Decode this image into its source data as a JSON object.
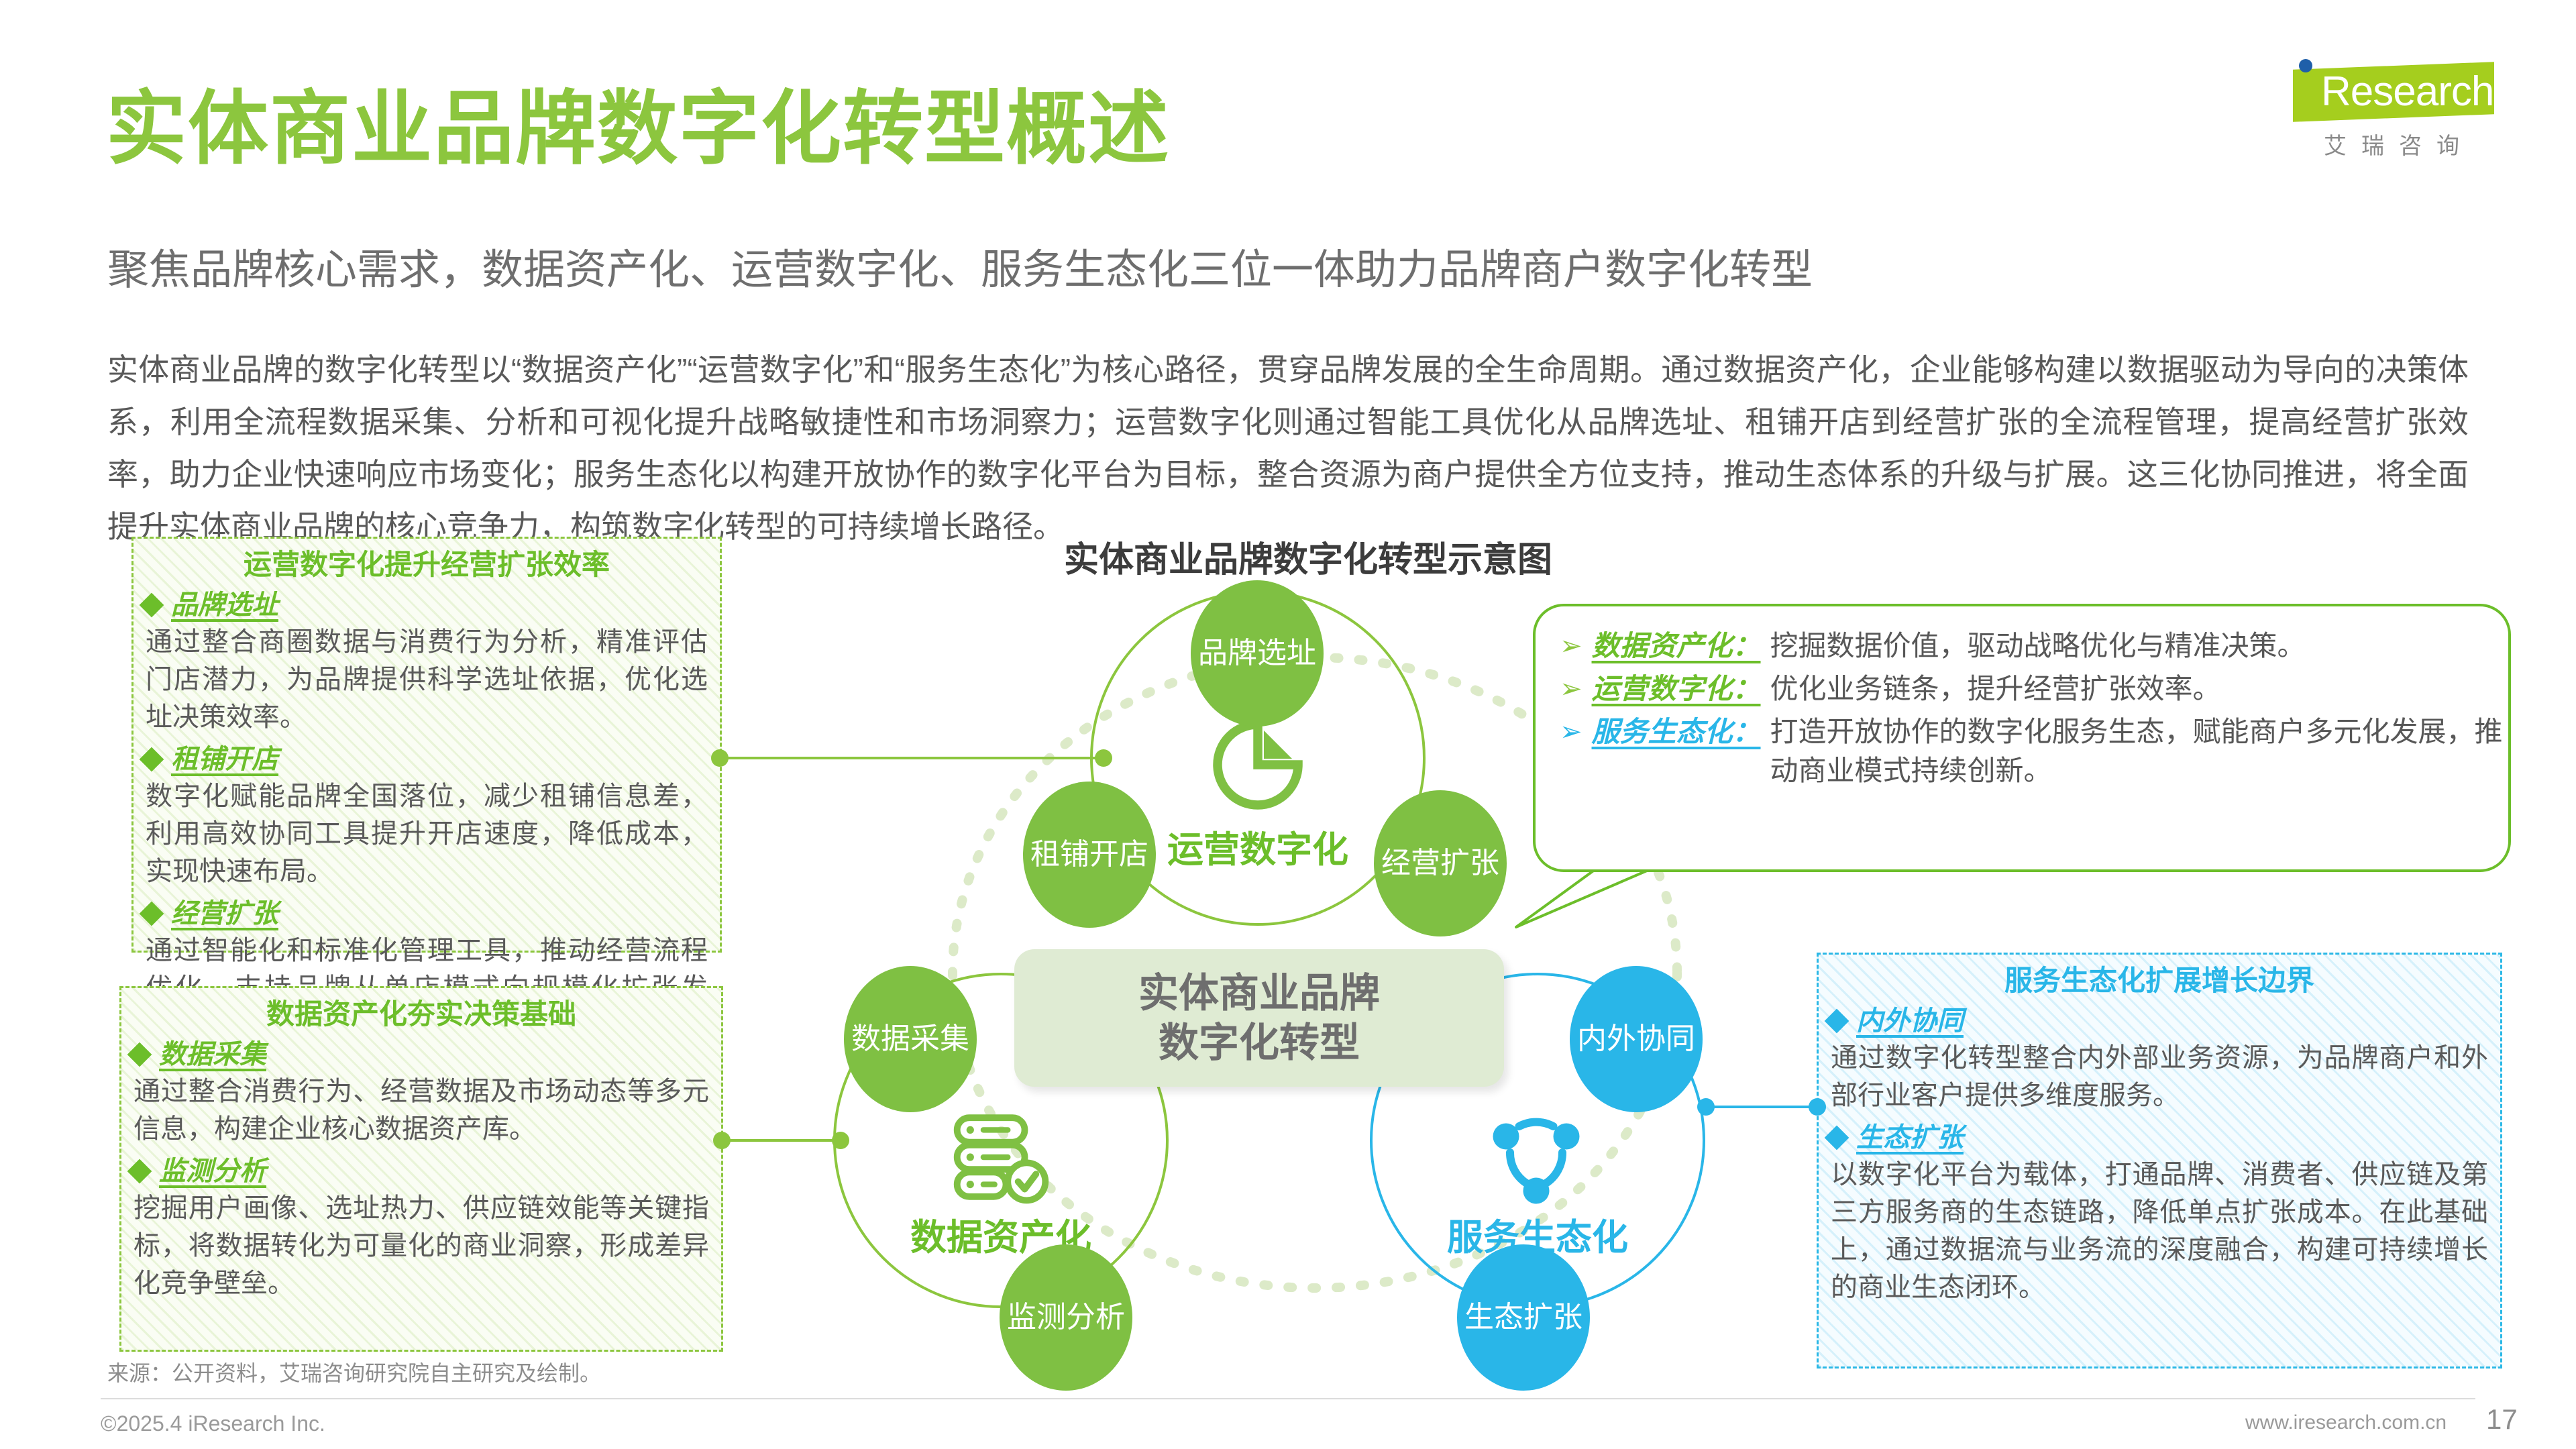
{
  "header": {
    "title": "实体商业品牌数字化转型概述",
    "subtitle": "聚焦品牌核心需求，数据资产化、运营数字化、服务生态化三位一体助力品牌商户数字化转型",
    "body": "实体商业品牌的数字化转型以“数据资产化”“运营数字化”和“服务生态化”为核心路径，贯穿品牌发展的全生命周期。通过数据资产化，企业能够构建以数据驱动为导向的决策体系，利用全流程数据采集、分析和可视化提升战略敏捷性和市场洞察力；运营数字化则通过智能工具优化从品牌选址、租铺开店到经营扩张的全流程管理，提高经营扩张效率，助力企业快速响应市场变化；服务生态化以构建开放协作的数字化平台为目标，整合资源为商户提供全方位支持，推动生态体系的升级与扩展。这三化协同推进，将全面提升实体商业品牌的核心竞争力，构筑数字化转型的可持续增长路径。"
  },
  "logo": {
    "word": "Research",
    "chinese": "艾瑞咨询",
    "bar_color": "#A5CE1E",
    "dot_color": "#1F5FA9"
  },
  "boxes": {
    "operation": {
      "title": "运营数字化提升经营扩张效率",
      "items": [
        {
          "label": "品牌选址",
          "text": "通过整合商圈数据与消费行为分析，精准评估门店潜力，为品牌提供科学选址依据，优化选址决策效率。"
        },
        {
          "label": "租铺开店",
          "text": "数字化赋能品牌全国落位，减少租铺信息差，利用高效协同工具提升开店速度，降低成本，实现快速布局。"
        },
        {
          "label": "经营扩张",
          "text": "通过智能化和标准化管理工具，推动经营流程优化，支持品牌从单店模式向规模化扩张发展。"
        }
      ]
    },
    "data": {
      "title": "数据资产化夯实决策基础",
      "items": [
        {
          "label": "数据采集",
          "text": "通过整合消费行为、经营数据及市场动态等多元信息，构建企业核心数据资产库。"
        },
        {
          "label": "监测分析",
          "text": "挖掘用户画像、选址热力、供应链效能等关键指标，将数据转化为可量化的商业洞察，形成差异化竞争壁垒。"
        }
      ]
    },
    "service": {
      "title": "服务生态化扩展增长边界",
      "items": [
        {
          "label": "内外协同",
          "text": "通过数字化转型整合内外部业务资源，为品牌商户和外部行业客户提供多维度服务。"
        },
        {
          "label": "生态扩张",
          "text": "以数字化平台为载体，打通品牌、消费者、供应链及第三方服务商的生态链路，降低单点扩张成本。在此基础上，通过数据流与业务流的深度融合，构建可持续增长的商业生态闭环。"
        }
      ]
    }
  },
  "callout": {
    "bullet_glyph": "➢",
    "rows": [
      {
        "key": "数据资产化：",
        "value": "挖掘数据价值，驱动战略优化与精准决策。",
        "color": "green"
      },
      {
        "key": "运营数字化：",
        "value": "优化业务链条，提升经营扩张效率。",
        "color": "green"
      },
      {
        "key": "服务生态化：",
        "value": "打造开放协作的数字化服务生态，赋能商户多元化发展，推动商业模式持续创新。",
        "color": "blue"
      }
    ]
  },
  "diagram": {
    "title": "实体商业品牌数字化转型示意图",
    "center_line1": "实体商业品牌",
    "center_line2": "数字化转型",
    "clusters": [
      {
        "name": "operation",
        "label": "运营数字化",
        "color": "#7FC043",
        "icon": "pie-chart-icon",
        "nodes": [
          "品牌选址",
          "租铺开店",
          "经营扩张"
        ]
      },
      {
        "name": "data",
        "label": "数据资产化",
        "color": "#7FC043",
        "icon": "database-check-icon",
        "nodes": [
          "数据采集",
          "监测分析"
        ]
      },
      {
        "name": "service",
        "label": "服务生态化",
        "color": "#29B6E8",
        "icon": "network-share-icon",
        "nodes": [
          "内外协同",
          "生态扩张"
        ]
      }
    ]
  },
  "footer": {
    "source": "来源：公开资料，艾瑞咨询研究院自主研究及绘制。",
    "copyright": "©2025.4 iResearch Inc.",
    "website": "www.iresearch.com.cn",
    "page_number": "17"
  },
  "colors": {
    "brand_green": "#8CC63E",
    "deep_green": "#6CBE2A",
    "brand_blue": "#29B6E8",
    "text_gray": "#595959"
  }
}
